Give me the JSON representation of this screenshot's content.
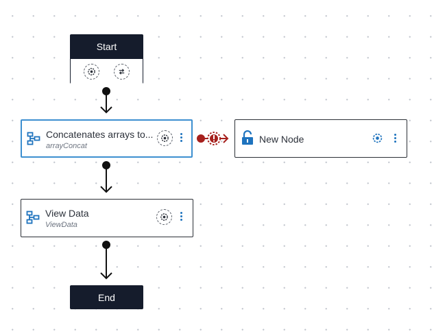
{
  "start": {
    "label": "Start"
  },
  "end": {
    "label": "End"
  },
  "nodes": {
    "concat": {
      "title": "Concatenates arrays to...",
      "subtitle": "arrayConcat"
    },
    "view": {
      "title": "View Data",
      "subtitle": "ViewData"
    },
    "new": {
      "title": "New Node"
    }
  },
  "colors": {
    "terminal": "#151c2c",
    "selected_border": "#3c8fd0",
    "accent": "#1e73be",
    "error": "#a6201d"
  },
  "icons": [
    "cog-icon",
    "loop-icon",
    "flow-icon",
    "unlock-icon",
    "error-icon",
    "more-vert-icon"
  ]
}
